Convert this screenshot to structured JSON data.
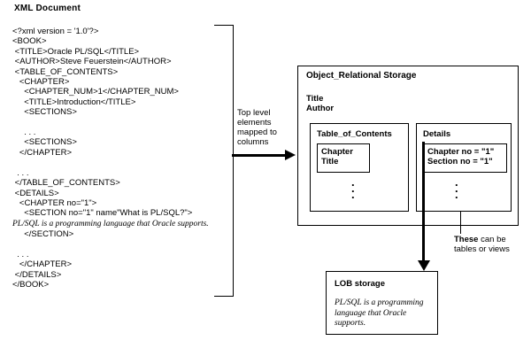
{
  "document": {
    "title": "XML Document",
    "code": "<?xml version = '1.0'?>\n<BOOK>\n <TITLE>Oracle PL/SQL</TITLE>\n <AUTHOR>Steve Feuerstein</AUTHOR>\n <TABLE_OF_CONTENTS>\n   <CHAPTER>\n     <CHAPTER_NUM>1</CHAPTER_NUM>\n     <TITLE>Introduction</TITLE>\n     <SECTIONS>\n\n     . . .\n     <SECTIONS>\n   </CHAPTER>\n\n  . . .\n </TABLE_OF_CONTENTS>\n <DETAILS>\n   <CHAPTER no=\"1\">\n     <SECTION no=\"1\" name\"What is PL/SQL?\">",
    "code_italic": "PL/SQL is a programming language that Oracle supports.",
    "code_tail": "     </SECTION>\n\n  . . .\n   </CHAPTER>\n </DETAILS>\n</BOOK>"
  },
  "mapping_note": "Top level elements mapped to columns",
  "storage": {
    "title": "Object_Relational Storage",
    "columns": "Title\nAuthor",
    "tables": [
      {
        "name": "Table_of_Contents",
        "fields": "Chapter\nTitle",
        "ellipsis": "."
      },
      {
        "name": "Details",
        "fields": "Chapter no = \"1\"\nSection no = \"1\"",
        "ellipsis": "."
      }
    ]
  },
  "views_note": {
    "bold": "These",
    "rest": " can be tables or views"
  },
  "lob": {
    "title": "LOB storage",
    "text": "PL/SQL is a programming language that Oracle supports."
  },
  "colors": {
    "line": "#000000",
    "background": "#ffffff"
  }
}
